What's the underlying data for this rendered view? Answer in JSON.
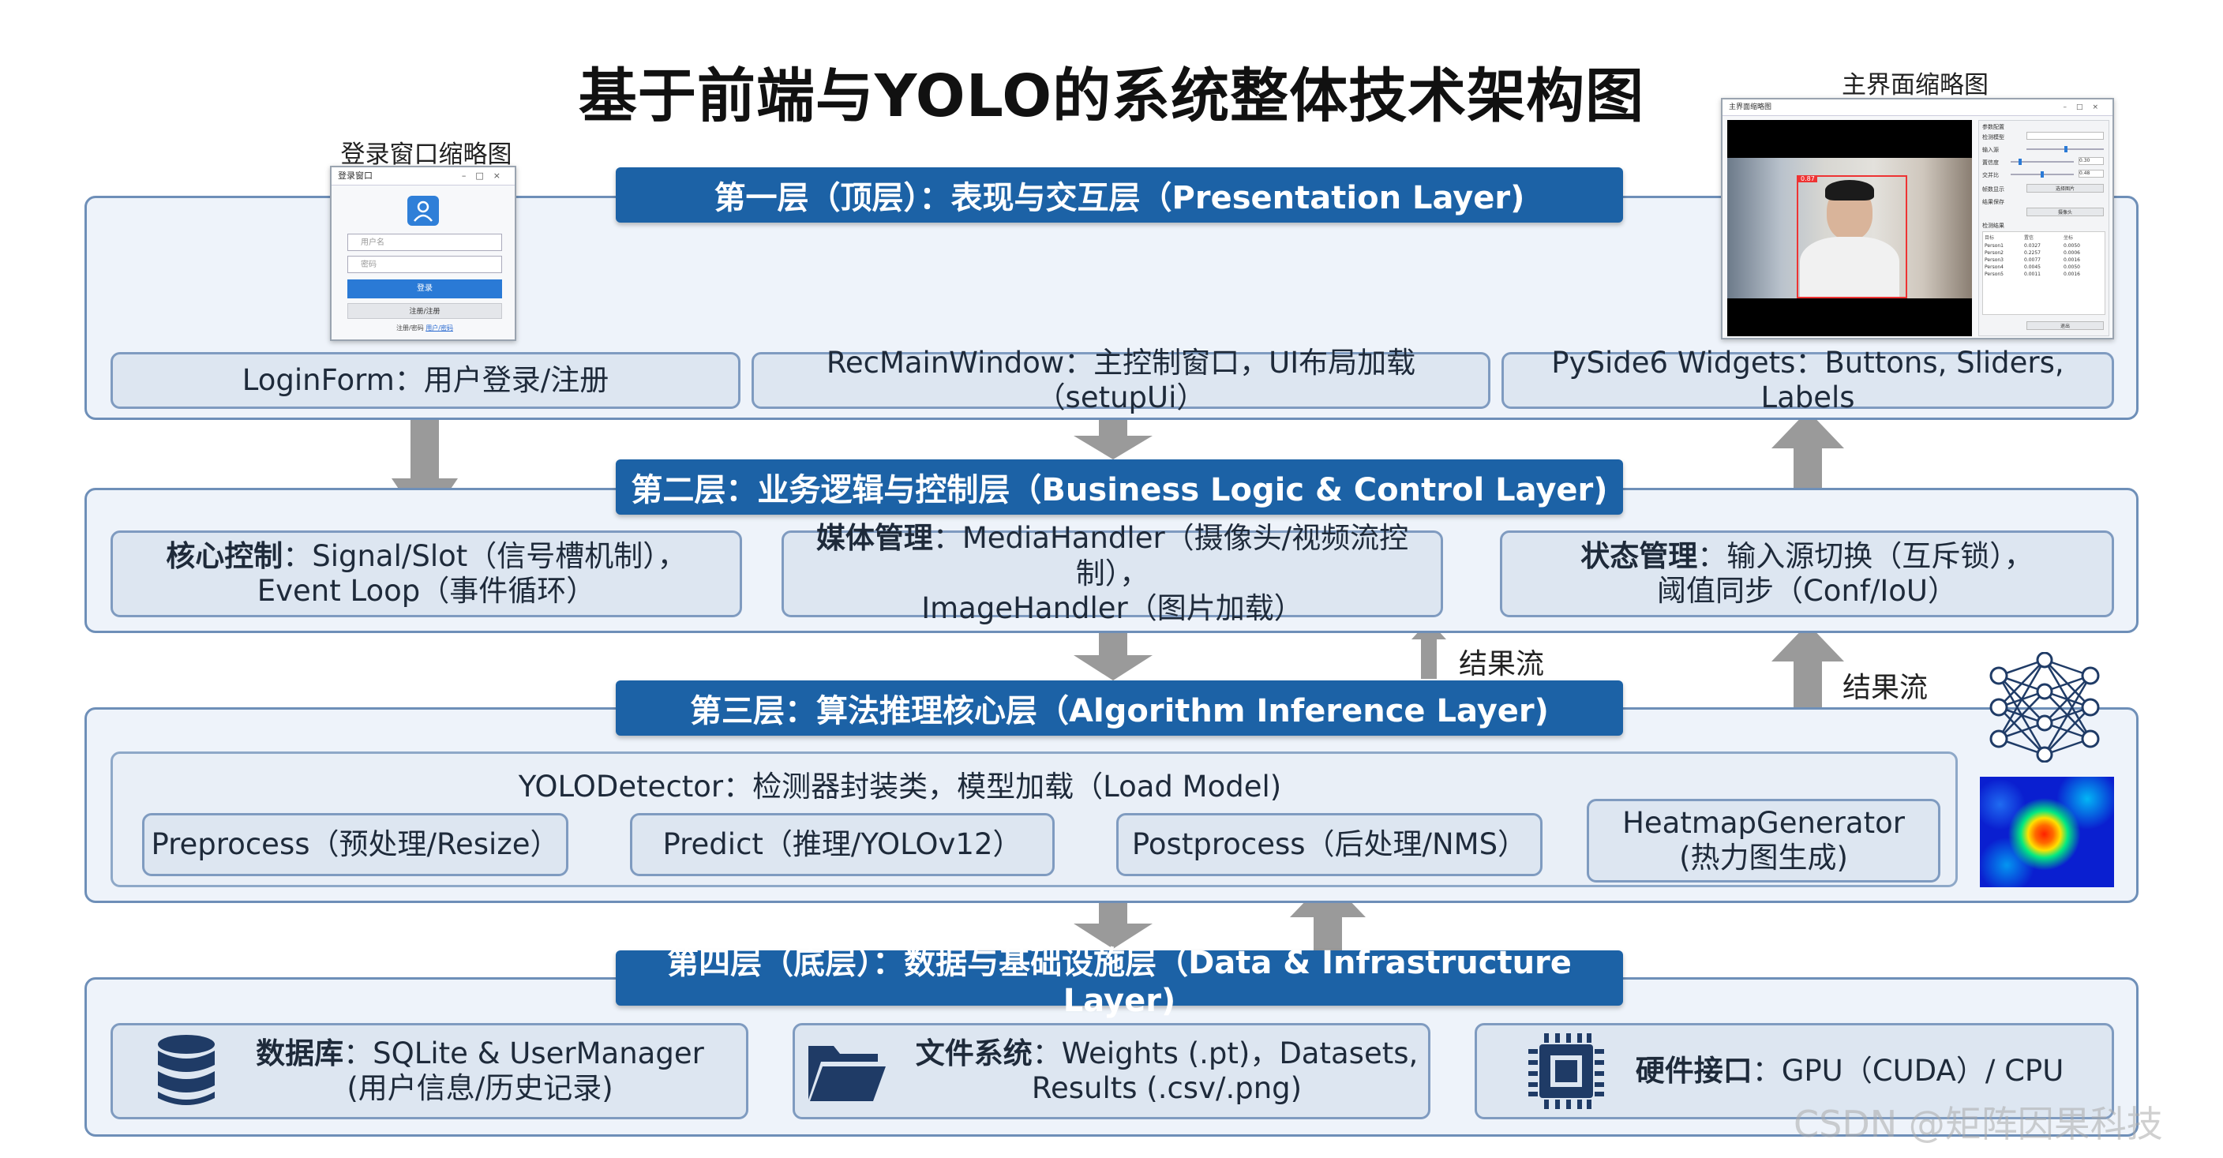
{
  "title": "基于前端与YOLO的系统整体技术架构图",
  "login_thumb": {
    "label": "登录窗口缩略图",
    "window_title": "登录窗口",
    "username_placeholder": "用户名",
    "password_placeholder": "密码",
    "login_button": "登录",
    "register_button": "注册/注册",
    "footer_text": "注册/密码",
    "footer_link": "用户/密码"
  },
  "main_thumb": {
    "label": "主界面缩略图",
    "window_title": "主界面缩略图",
    "detect_box_label": "0.87",
    "settings_title": "参数配置",
    "rows": [
      "检测模型",
      "输入源",
      "置信度",
      "交并比",
      "帧数显示",
      "结果保存"
    ],
    "values": [
      "0.30",
      "0.48"
    ],
    "button_a": "选择图片",
    "button_b": "摄像头",
    "table_title": "检测结果",
    "table_headers": [
      "目标",
      "置信",
      "坐标"
    ],
    "table_rows": [
      [
        "Person1",
        "0.0327",
        "0.0050"
      ],
      [
        "Person2",
        "0.2257",
        "0.0006"
      ],
      [
        "Person3",
        "0.0077",
        "0.0016"
      ],
      [
        "Person4",
        "0.0045",
        "0.0050"
      ],
      [
        "Person5",
        "0.0011",
        "0.0016"
      ]
    ],
    "bottom_button": "退出"
  },
  "layer1": {
    "banner": "第一层（顶层）：表现与交互层（Presentation Layer)",
    "boxes": [
      "LoginForm：用户登录/注册",
      "RecMainWindow：主控制窗口，UI布局加载（setupUi）",
      "PySide6 Widgets：Buttons, Sliders, Labels"
    ]
  },
  "layer2": {
    "banner": "第二层：业务逻辑与控制层（Business Logic & Control Layer)",
    "boxes": [
      {
        "bold": "核心控制",
        "line1": "：Signal/Slot（信号槽机制），",
        "line2": "Event Loop（事件循环）"
      },
      {
        "bold": "媒体管理",
        "line1": "：MediaHandler（摄像头/视频流控制），",
        "line2": "ImageHandler（图片加载）"
      },
      {
        "bold": "状态管理",
        "line1": "：输入源切换（互斥锁），",
        "line2": "阈值同步（Conf/IoU）"
      }
    ]
  },
  "flow_labels": [
    "结果流",
    "结果流"
  ],
  "layer3": {
    "banner": "第三层：算法推理核心层（Algorithm Inference Layer)",
    "detector_title": "YOLODetector：检测器封装类，模型加载（Load Model)",
    "steps": [
      "Preprocess（预处理/Resize）",
      "Predict（推理/YOLOv12）",
      "Postprocess（后处理/NMS）"
    ],
    "heatmap_line1": "HeatmapGenerator",
    "heatmap_line2": "(热力图生成)"
  },
  "layer4": {
    "banner": "第四层（底层）：数据与基础设施层（Data & Infrastructure Layer)",
    "boxes": [
      {
        "icon": "database-icon",
        "bold": "数据库",
        "line1": "：SQLite & UserManager",
        "line2": "(用户信息/历史记录)"
      },
      {
        "icon": "folder-icon",
        "bold": "文件系统",
        "line1": "：Weights (.pt)，Datasets,",
        "line2": "Results (.csv/.png)"
      },
      {
        "icon": "chip-icon",
        "bold": "硬件接口",
        "line1": "：GPU（CUDA）/ CPU",
        "line2": ""
      }
    ]
  },
  "watermark": "CSDN @矩阵因果科技",
  "colors": {
    "banner": "#1c62a6",
    "panel_border": "#6e8fb8",
    "arrow": "#9a9a9a",
    "icon": "#1f3b66"
  }
}
